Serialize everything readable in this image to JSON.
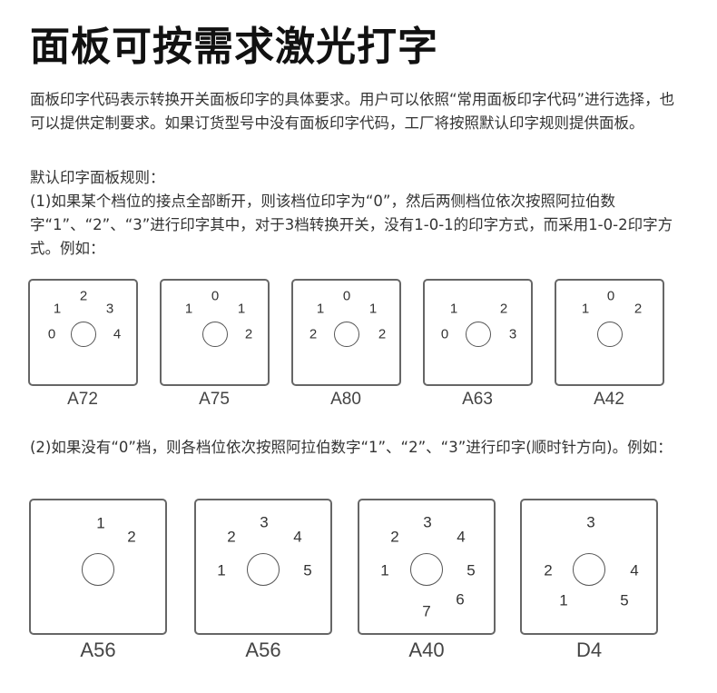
{
  "title": "面板可按需求激光打字",
  "paragraphs": {
    "intro": "面板印字代码表示转换开关面板印字的具体要求。用户可以依照“常用面板印字代码”进行选择，也可以提供定制要求。如果订货型号中没有面板印字代码，工厂将按照默认印字规则提供面板。",
    "rules_heading": "默认印字面板规则：",
    "rule1": "(1)如果某个档位的接点全部断开，则该档位印字为“0”，然后两侧档位依次按照阿拉伯数字“1”、“2”、“3”进行印字其中，对于3档转换开关，没有1-0-1的印字方式，而采用1-0-2印字方式。例如：",
    "rule2": "(2)如果没有“0”档，则各档位依次按照阿拉伯数字“1”、“2”、“3”进行印字(顺时针方向)。例如："
  },
  "examples_row1": [
    {
      "code": "A72",
      "labels": [
        "1",
        "2",
        "3",
        "0",
        "4"
      ]
    },
    {
      "code": "A75",
      "labels": [
        "1",
        "0",
        "1",
        "2"
      ]
    },
    {
      "code": "A80",
      "labels": [
        "1",
        "0",
        "1",
        "2",
        "2"
      ]
    },
    {
      "code": "A63",
      "labels": [
        "1",
        "2",
        "0",
        "3"
      ]
    },
    {
      "code": "A42",
      "labels": [
        "1",
        "0",
        "2"
      ]
    }
  ],
  "examples_row2": [
    {
      "code": "A56",
      "labels": [
        "1",
        "2"
      ]
    },
    {
      "code": "A56",
      "labels": [
        "2",
        "3",
        "4",
        "1",
        "5"
      ]
    },
    {
      "code": "A40",
      "labels": [
        "2",
        "3",
        "4",
        "1",
        "5",
        "6",
        "7"
      ]
    },
    {
      "code": "D4",
      "labels": [
        "3",
        "2",
        "4",
        "1",
        "5"
      ]
    }
  ]
}
